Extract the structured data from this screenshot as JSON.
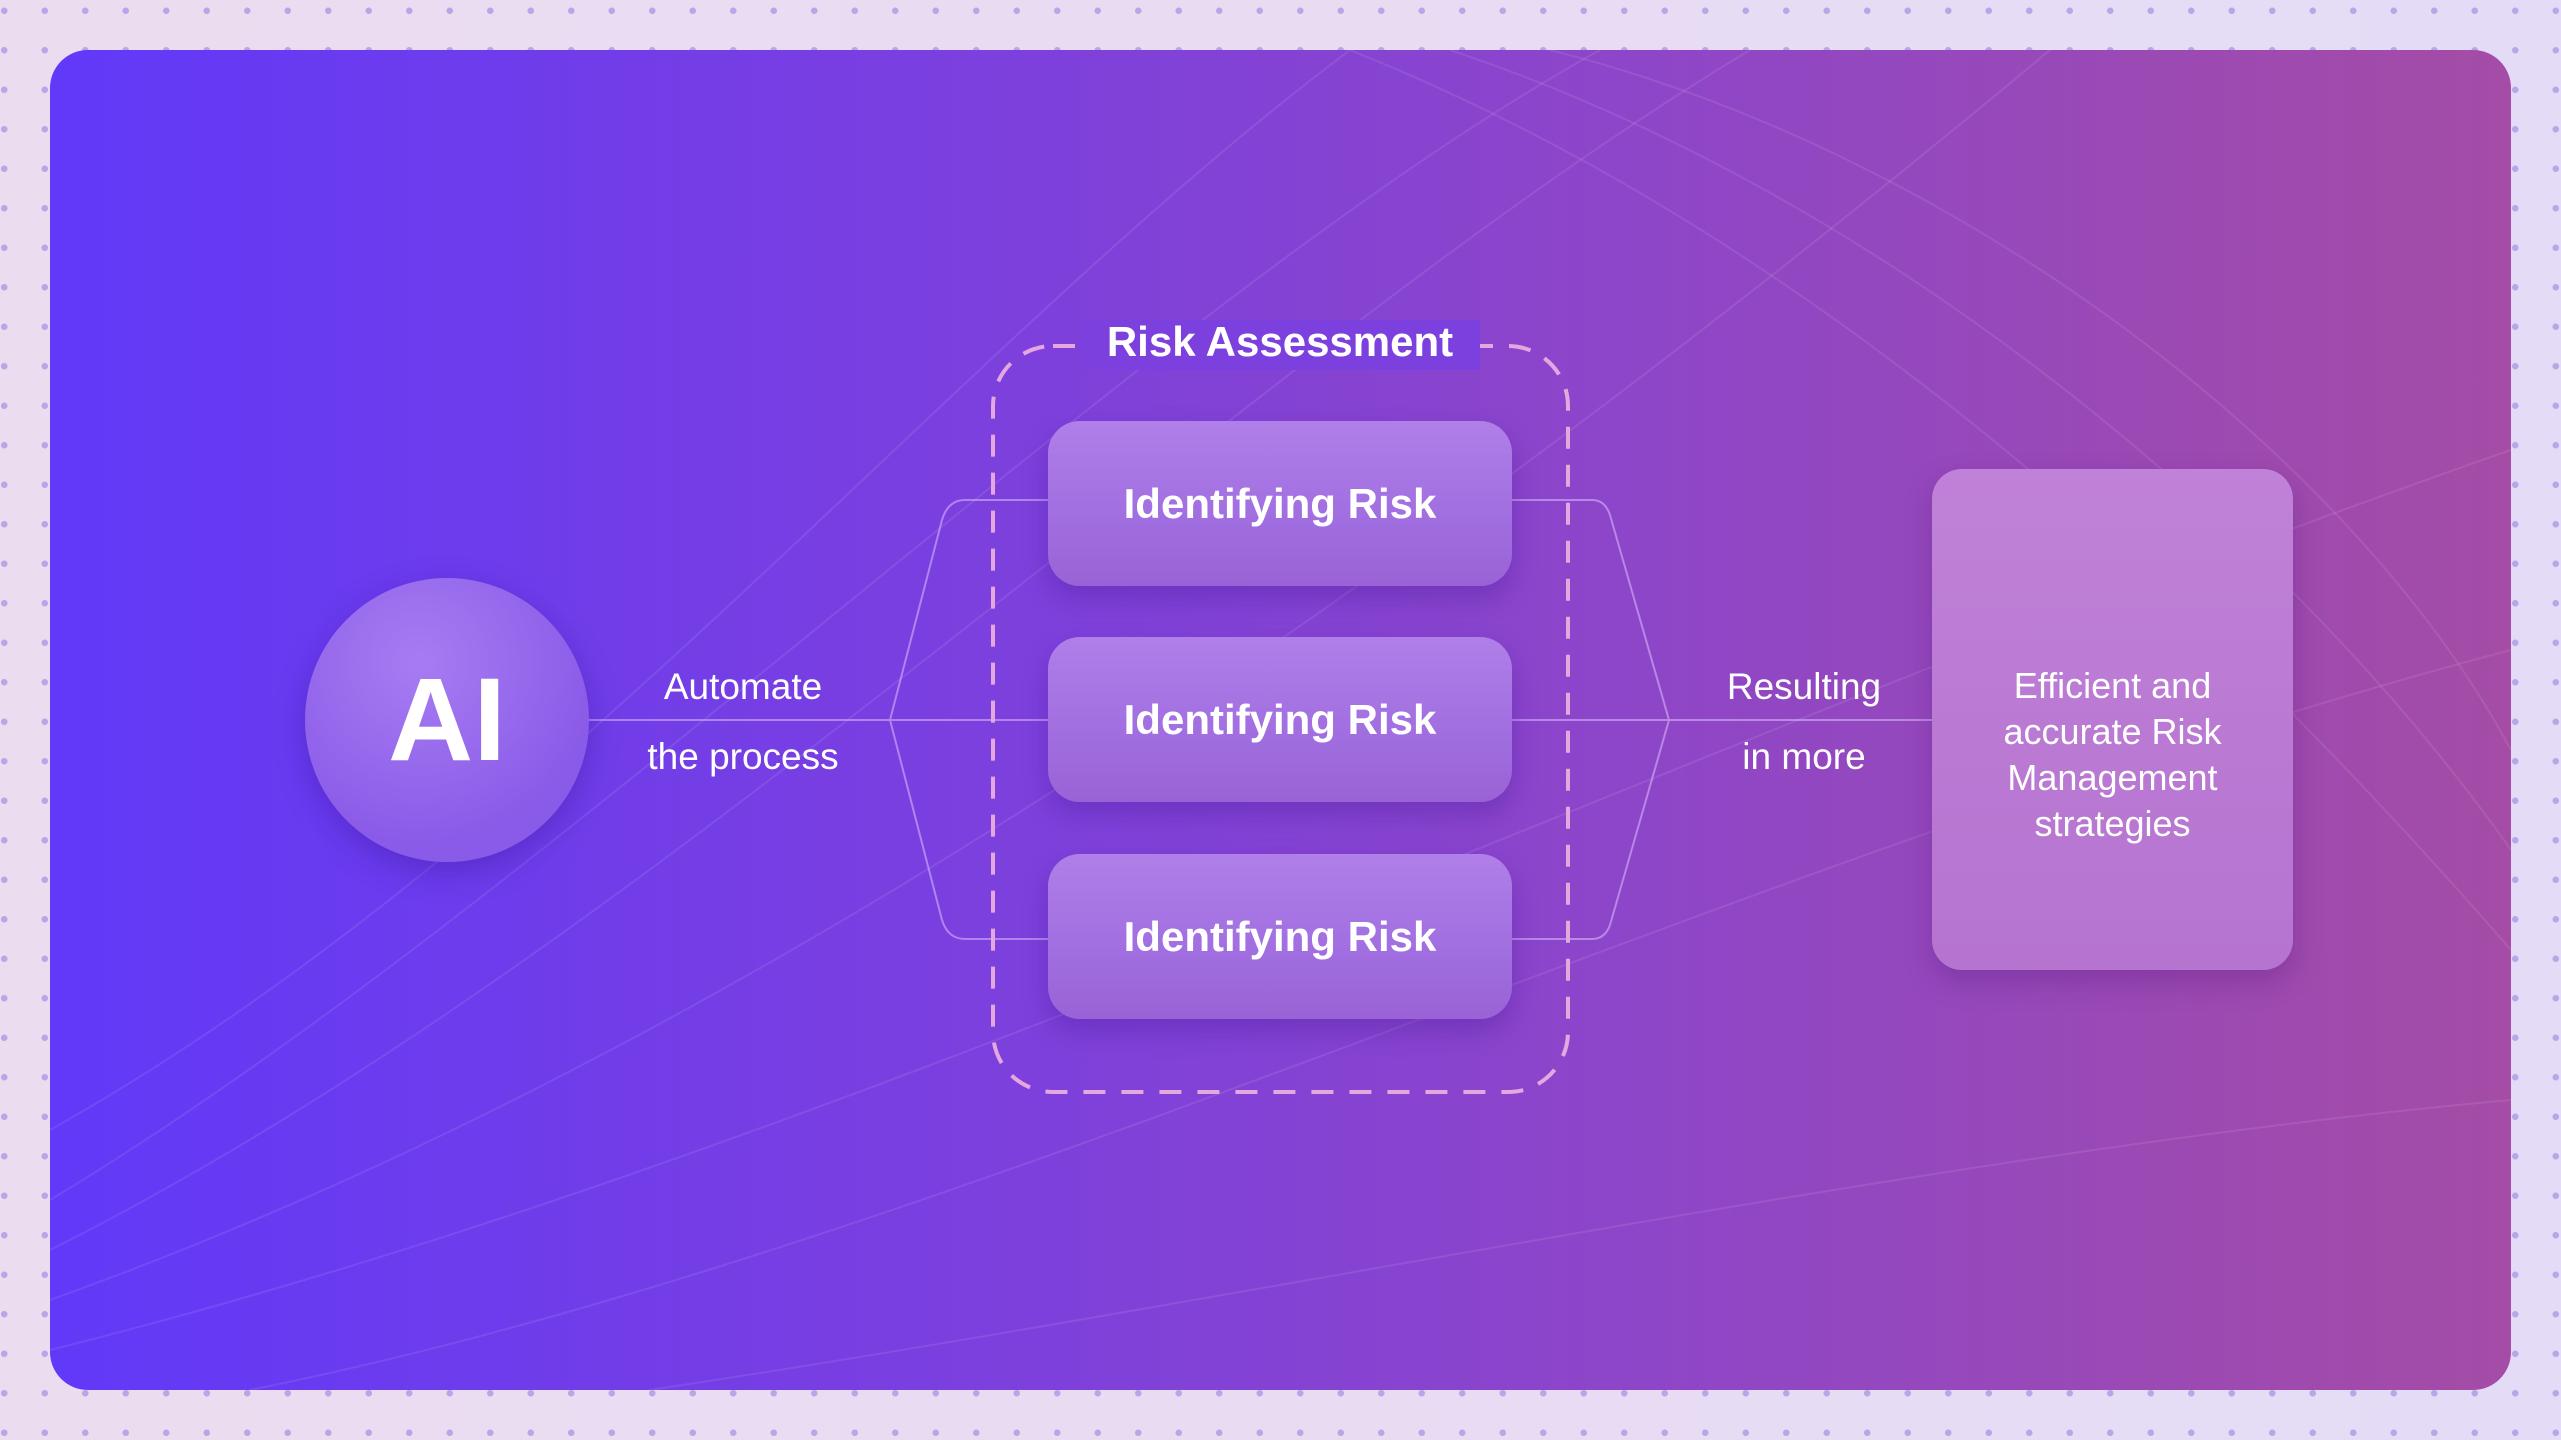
{
  "ai_node": {
    "label": "AI"
  },
  "left_connector": {
    "line1": "Automate",
    "line2": "the process"
  },
  "group": {
    "title": "Risk Assessment",
    "items": [
      {
        "label": "Identifying Risk"
      },
      {
        "label": "Identifying Risk"
      },
      {
        "label": "Identifying Risk"
      }
    ]
  },
  "right_connector": {
    "line1": "Resulting",
    "line2": "in more"
  },
  "result": {
    "label": "Efficient and accurate Risk Management strategies"
  },
  "colors": {
    "gradient_start": "#6139f8",
    "gradient_end": "#a44ca6",
    "background": "#ecdcf0"
  }
}
